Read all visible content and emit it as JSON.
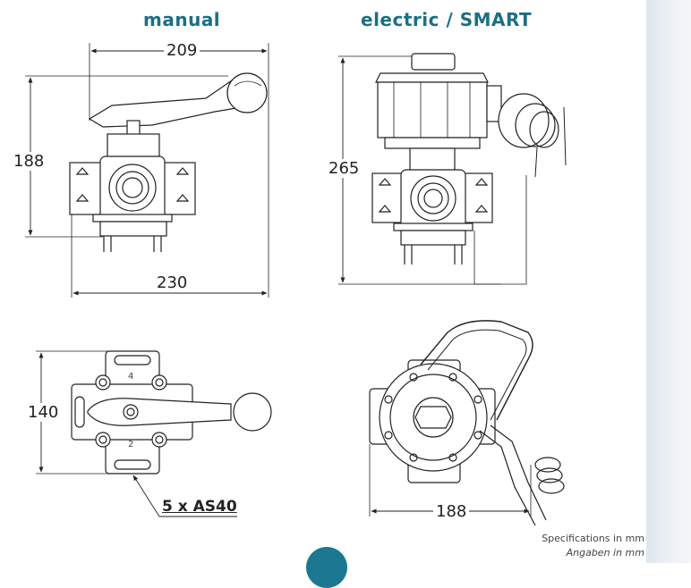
{
  "headings": {
    "manual": "manual",
    "electric": "electric / SMART"
  },
  "dimensions": {
    "manual_side_width": "209",
    "manual_side_height": "188",
    "manual_side_base": "230",
    "electric_side_height": "265",
    "manual_top_height": "140",
    "electric_top_width": "188"
  },
  "model_label": "5 x AS40",
  "notes": {
    "en": "Specifications in mm",
    "de": "Angaben in mm"
  },
  "port_labels": {
    "top": "4",
    "bottom": "2"
  },
  "colors": {
    "heading": "#1b6f86",
    "line": "#222222",
    "accent": "#1b7890"
  }
}
